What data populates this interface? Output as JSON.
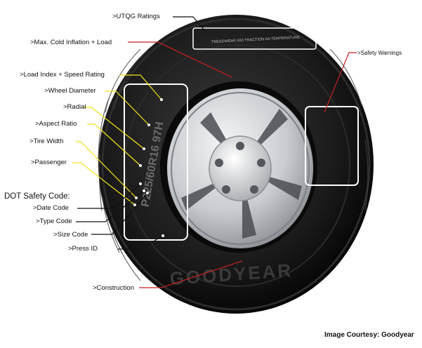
{
  "labels": {
    "utqg": ">UTQG Ratings",
    "max_inflation": ">Max. Cold Inflation + Load",
    "load_speed": ">Load Index + Speed Rating",
    "wheel_diameter": ">Wheel Diameter",
    "radial": ">Radial",
    "aspect_ratio": ">Aspect Ratio",
    "tire_width": ">Tire Width",
    "passenger": ">Passenger",
    "dot_header": "DOT Safety Code:",
    "date_code": ">Date Code",
    "type_code": ">Type Code",
    "size_code": ">Size Code",
    "press_id": ">Press ID",
    "construction": ">Construction",
    "safety_warnings": ">Safety Warnings"
  },
  "sidewall_text": {
    "brand": "GOODYEAR",
    "utqg_strip": "TREADWEAR  400  TRACTION  AA  TEMPERATURE"
  },
  "credit": "Image Courtesy: Goodyear",
  "colors": {
    "yellow_line": "#f2e21a",
    "red_line": "#c81e1e",
    "black_line": "#111111",
    "tire_dark": "#151515",
    "rim_silver": "#cfd2d6"
  }
}
